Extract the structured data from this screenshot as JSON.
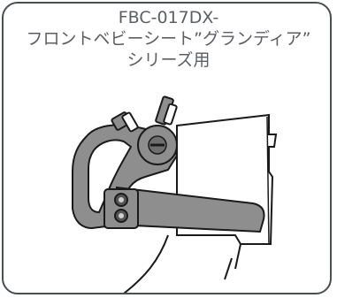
{
  "title": {
    "line1": "FBC-017DX-",
    "line2": "フロントベビーシート”グランディア”",
    "line3": "シリーズ用"
  },
  "colors": {
    "border": "#4a4f53",
    "text": "#5b5f63",
    "product_gray": "#8e8e8e",
    "outline": "#1a1a1a"
  },
  "icons": {
    "illustration": "front-baby-seat-bracket-illustration"
  }
}
